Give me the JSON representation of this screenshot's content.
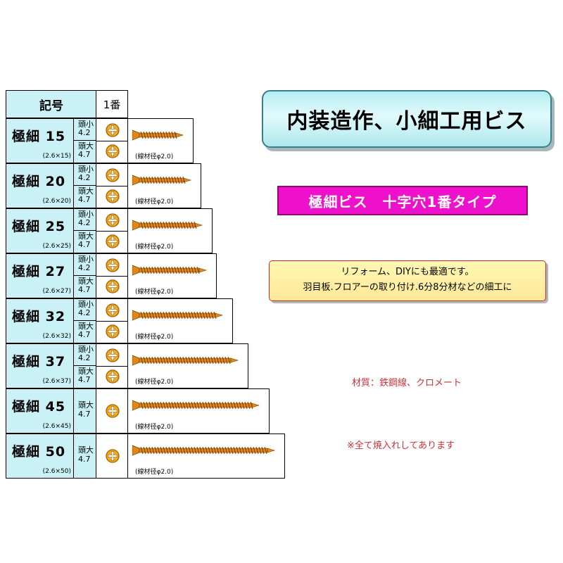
{
  "table": {
    "header_name": "記号",
    "header_num": "1番",
    "wire_label": "(線材径φ2.0)",
    "rows": [
      {
        "name": "極細 15",
        "size": "(2.6×15)",
        "heads": [
          "頭小4.2",
          "頭大4.7"
        ]
      },
      {
        "name": "極細 20",
        "size": "(2.6×20)",
        "heads": [
          "頭小4.2",
          "頭大4.7"
        ]
      },
      {
        "name": "極細 25",
        "size": "(2.6×25)",
        "heads": [
          "頭小4.2",
          "頭大4.7"
        ]
      },
      {
        "name": "極細 27",
        "size": "(2.6×27)",
        "heads": [
          "頭小4.2",
          "頭大4.7"
        ]
      },
      {
        "name": "極細 32",
        "size": "(2.6×32)",
        "heads": [
          "頭小4.2",
          "頭大4.7"
        ]
      },
      {
        "name": "極細 37",
        "size": "(2.6×37)",
        "heads": [
          "頭小4.2",
          "頭大4.7"
        ]
      },
      {
        "name": "極細 45",
        "size": "(2.6×45)",
        "heads": [
          "頭大4.7"
        ]
      },
      {
        "name": "極細 50",
        "size": "(2.6×50)",
        "heads": [
          "頭大4.7"
        ]
      }
    ]
  },
  "title": "内装造作、小細工用ビス",
  "type_label": "極細ビス　十字穴1番タイプ",
  "description": {
    "line1": "リフォーム、DIYにも最適です。",
    "line2": "羽目板.フロアーの取り付け.6分8分材などの細工に"
  },
  "material": "材質：鉄鋼線、クロメート",
  "note": "※全て焼入れしてあります",
  "colors": {
    "cell_bg": "#c9f1f6",
    "screw": "#e08a16",
    "accent_magenta": "#ee11cc",
    "note_red": "#c8323a"
  },
  "icons": {
    "phillips": "phillips-head-icon",
    "screw": "screw-icon"
  }
}
